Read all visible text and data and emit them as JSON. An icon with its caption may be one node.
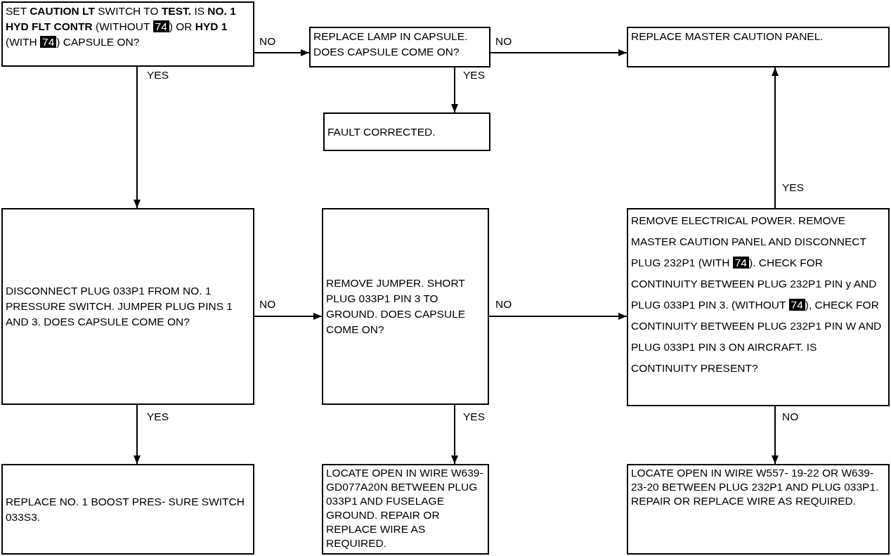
{
  "diagram": {
    "nodes": [
      {
        "text": [
          "SET **CAUTION LT** SWITCH TO **TEST.** IS **NO. 1 HYD FLT CONTR** (WITHOUT *74*) OR **HYD 1** (WITH *74*) CAPSULE ON?"
        ]
      },
      {
        "text": [
          "REPLACE LAMP IN CAPSULE. DOES CAPSULE COME ON?"
        ]
      },
      {
        "text": [
          "REPLACE MASTER CAUTION PANEL."
        ]
      },
      {
        "text": [
          "FAULT CORRECTED."
        ]
      },
      {
        "text": [
          "DISCONNECT PLUG 033P1 FROM NO. 1 PRESSURE SWITCH. JUMPER PLUG PINS 1 AND 3. DOES CAPSULE COME ON?"
        ]
      },
      {
        "text": [
          "REMOVE JUMPER. SHORT PLUG 033P1 PIN 3 TO GROUND. DOES CAPSULE COME ON?"
        ]
      },
      {
        "text": [
          "REMOVE ELECTRICAL POWER. REMOVE MASTER CAUTION PANEL AND DISCONNECT PLUG 232P1 (WITH *74*). CHECK FOR CONTINUITY BETWEEN PLUG 232P1 PIN y AND PLUG 033P1 PIN 3. (WITHOUT *74*), CHECK FOR CONTINUITY BETWEEN PLUG 232P1 PIN W AND PLUG 033P1 PIN 3 ON AIRCRAFT. IS CONTINUITY PRESENT?"
        ]
      },
      {
        "text": [
          "REPLACE NO. 1 BOOST PRES- SURE SWITCH 033S3."
        ]
      },
      {
        "text": [
          "LOCATE OPEN IN WIRE W639- GD077A20N BETWEEN PLUG 033P1 AND FUSELAGE GROUND. REPAIR OR REPLACE WIRE AS REQUIRED."
        ]
      },
      {
        "text": [
          "LOCATE OPEN IN WIRE W557- 19-22 OR W639-23-20 BETWEEN PLUG 232P1 AND PLUG 033P1. REPAIR OR REPLACE WIRE AS REQUIRED."
        ]
      }
    ],
    "edges": [
      {
        "from": 0,
        "to": 1,
        "arrow": "to",
        "label": "NO"
      },
      {
        "from": 1,
        "to": 2,
        "arrow": "to",
        "label": "NO"
      },
      {
        "from": 1,
        "to": 3,
        "arrow": "to",
        "label": "YES"
      },
      {
        "from": 0,
        "to": 4,
        "arrow": "to",
        "label": "YES"
      },
      {
        "from": 6,
        "to": 2,
        "arrow": "to",
        "label": "YES"
      },
      {
        "from": 4,
        "to": 5,
        "arrow": "to",
        "label": "NO"
      },
      {
        "from": 5,
        "to": 6,
        "arrow": "to",
        "label": "NO"
      },
      {
        "from": 4,
        "to": 7,
        "arrow": "to",
        "label": "YES"
      },
      {
        "from": 5,
        "to": 8,
        "arrow": "to",
        "label": "YES"
      },
      {
        "from": 6,
        "to": 9,
        "arrow": "to",
        "label": "NO"
      }
    ]
  }
}
